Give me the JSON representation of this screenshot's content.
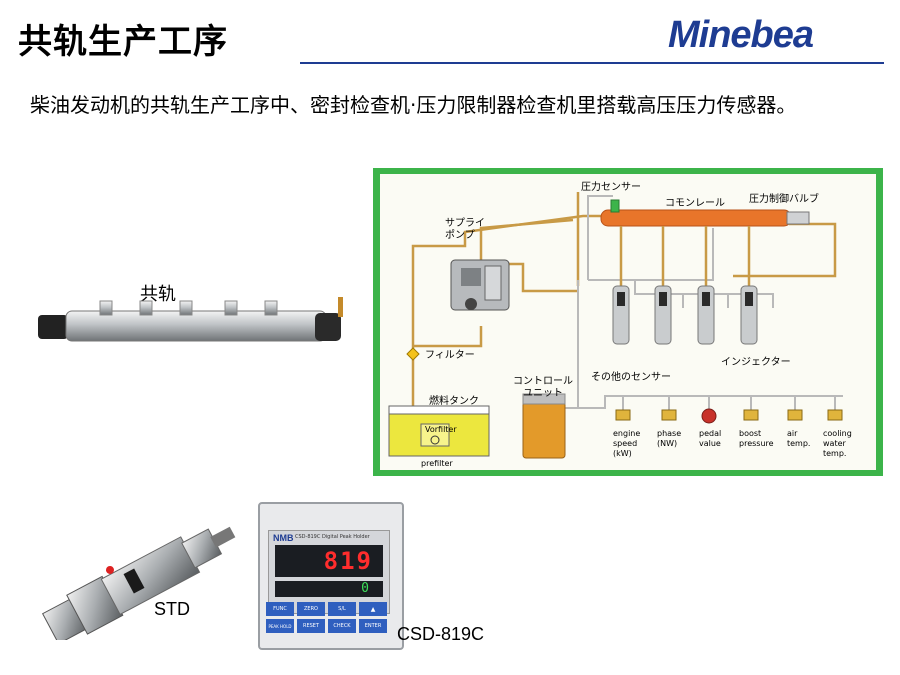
{
  "header": {
    "title": "共轨生产工序",
    "logo_text": "Minebea"
  },
  "description": "柴油发动机的共轨生产工序中、密封检查机·压力限制器检查机里搭载高压压力传感器。",
  "products": {
    "rail_label": "共轨",
    "sensor_label": "STD",
    "controller_label": "CSD-819C",
    "controller_brand": "NMB",
    "controller_model_text": "CSD-819C Digital Peak Holder",
    "controller_display_value": "819",
    "controller_sub_value": "0",
    "controller_buttons": [
      "FUNC",
      "ZERO",
      "S/L",
      "PEAK HOLD",
      "RESET",
      "CHECK",
      "ENTER"
    ]
  },
  "diagram": {
    "pressure_sensor": "圧力センサー",
    "common_rail": "コモンレール",
    "pressure_valve": "圧力制御バルブ",
    "supply_pump_line1": "サプライ",
    "supply_pump_line2": "ポンプ",
    "filter": "フィルター",
    "fuel_tank": "燃料タンク",
    "vorfilter": "Vorfilter",
    "prefilter": "prefilter",
    "control_unit_line1": "コントロール",
    "control_unit_line2": "ユニット",
    "injector": "インジェクター",
    "other_sensors": "その他のセンサー",
    "sensors": [
      {
        "lines": [
          "engine",
          "speed",
          "(kW)"
        ]
      },
      {
        "lines": [
          "phase",
          "(NW)"
        ]
      },
      {
        "lines": [
          "pedal",
          "value"
        ]
      },
      {
        "lines": [
          "boost",
          "pressure"
        ]
      },
      {
        "lines": [
          "air",
          "temp."
        ]
      },
      {
        "lines": [
          "cooling",
          "water",
          "temp."
        ]
      }
    ],
    "colors": {
      "frame": "#3cb44a",
      "inner_bg": "#fbfbf4",
      "fuel_line": "#c89a46",
      "rail": "#e8752a",
      "wire": "#b9b9b9",
      "ecu": "#e39a2a"
    }
  }
}
